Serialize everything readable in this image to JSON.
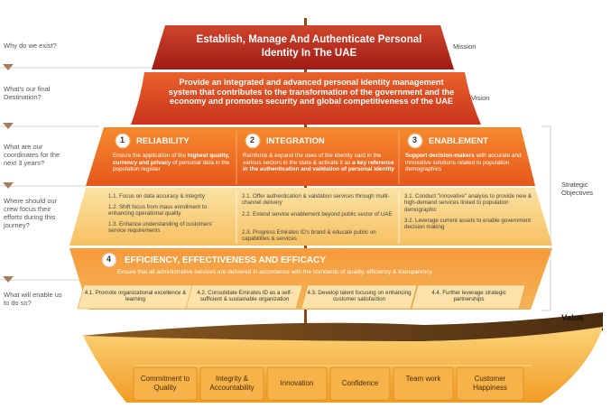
{
  "questions": {
    "q1": "Why do we exist?",
    "q2": "What's our final  Destination?",
    "q3": "What are our coordinates for the next 3 years?",
    "q4": "Where should our crew focus their efforts  during this journey?",
    "q5": "What will enable us to do so?"
  },
  "side_labels": {
    "mission": "Mission",
    "vision": "Vision",
    "strategic": "Strategic Objectives",
    "value": "Value"
  },
  "mission": "Establish, Manage And Authenticate Personal Identity In The UAE",
  "vision": "Provide an integrated and advanced personal identity management system that contributes to the transformation of the government and the economy and promotes security and global competitiveness of the UAE",
  "pillars": [
    {
      "num": "1",
      "title": "RELIABILITY",
      "desc_a": "Ensure the application of the ",
      "desc_b": "highest quality, currency and privacy",
      "desc_c": " of personal data in the population register",
      "items": [
        "1.1. Focus on data accuracy & integrity",
        "1.2. Shift focus from mass enrollment to enhancing operational quality",
        "1.3. Enhance understanding of customers' service requirements"
      ]
    },
    {
      "num": "2",
      "title": "INTEGRATION",
      "desc_a": "Reinforce & expand the uses of the identity card in the various sectors in the state & activate it as ",
      "desc_b": "a key reference in the authentication and validation of personal identity",
      "desc_c": "",
      "items": [
        "2.1. Offer authentication & validation services through multi-channel delivery",
        "2.2. Extend service enablement beyond public sector of UAE",
        "2.3. Progress Emirates ID's brand & educate public on capabilities & services"
      ]
    },
    {
      "num": "3",
      "title": "ENABLEMENT",
      "desc_a": "",
      "desc_b": "Support decision-makers",
      "desc_c": " with accurate and innovative solutions related to population demographics",
      "items": [
        "3.1. Conduct \"innovative\" analysis to provide new & high-demand services linked to population demographic",
        "3.2. Leverage current assets to enable government decision making"
      ]
    }
  ],
  "efficiency": {
    "num": "4",
    "title": "EFFICIENCY, EFFECTIVENESS AND EFFICACY",
    "desc": "Ensure that all administrative services are delivered in accordance with the standards of quality, efficiency & transparency",
    "items": [
      "4.1. Promote organizational excellence & learning",
      "4.2. Consolidate Emirates ID as a self-sufficient & sustainable organization",
      "4.3. Develop talent focusing on enhancing customer satisfaction",
      "4.4. Further leverage strategic partnerships"
    ]
  },
  "values": [
    "Commitment to Quality",
    "Integrity & Accountability",
    "Innovation",
    "Confidence",
    "Team work",
    "Customer Happiness"
  ],
  "colors": {
    "mission": "#b3241b",
    "vision": "#d9441f",
    "pillars": "#ee6a1f",
    "objectives": "#f8c96a",
    "boat": "#f4a024"
  }
}
